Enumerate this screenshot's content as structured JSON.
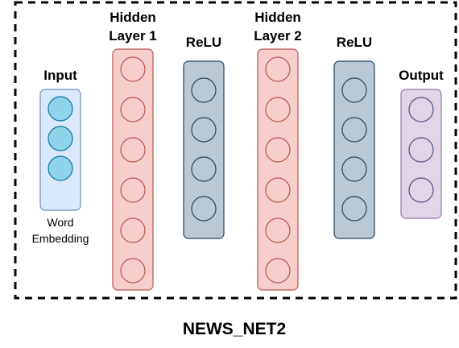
{
  "network_name": "NEWS_NET2",
  "layers": [
    {
      "id": "input",
      "title_lines": [
        "Input"
      ],
      "caption_lines": [
        "Word",
        "Embedding"
      ],
      "neurons": 3,
      "fill": "#dae8fc",
      "stroke": "#6c8ebf",
      "neuron_fill": "#8fd3ea",
      "neuron_stroke": "#10739e"
    },
    {
      "id": "hidden1",
      "title_lines": [
        "Hidden",
        "Layer 1"
      ],
      "caption_lines": [],
      "neurons": 6,
      "fill": "#f8cecc",
      "stroke": "#b85450",
      "neuron_fill": "#f8cecc",
      "neuron_stroke": "#b85450"
    },
    {
      "id": "relu1",
      "title_lines": [
        "ReLU"
      ],
      "caption_lines": [],
      "neurons": 4,
      "fill": "#bac8d3",
      "stroke": "#23445d",
      "neuron_fill": "#bac8d3",
      "neuron_stroke": "#23445d"
    },
    {
      "id": "hidden2",
      "title_lines": [
        "Hidden",
        "Layer 2"
      ],
      "caption_lines": [],
      "neurons": 6,
      "fill": "#f8cecc",
      "stroke": "#b85450",
      "neuron_fill": "#f8cecc",
      "neuron_stroke": "#b85450"
    },
    {
      "id": "relu2",
      "title_lines": [
        "ReLU"
      ],
      "caption_lines": [],
      "neurons": 4,
      "fill": "#bac8d3",
      "stroke": "#23445d",
      "neuron_fill": "#bac8d3",
      "neuron_stroke": "#23445d"
    },
    {
      "id": "output",
      "title_lines": [
        "Output"
      ],
      "caption_lines": [],
      "neurons": 3,
      "fill": "#e1d5e7",
      "stroke": "#9673a6",
      "neuron_fill": "#e1d5e7",
      "neuron_stroke": "#56517e"
    }
  ]
}
